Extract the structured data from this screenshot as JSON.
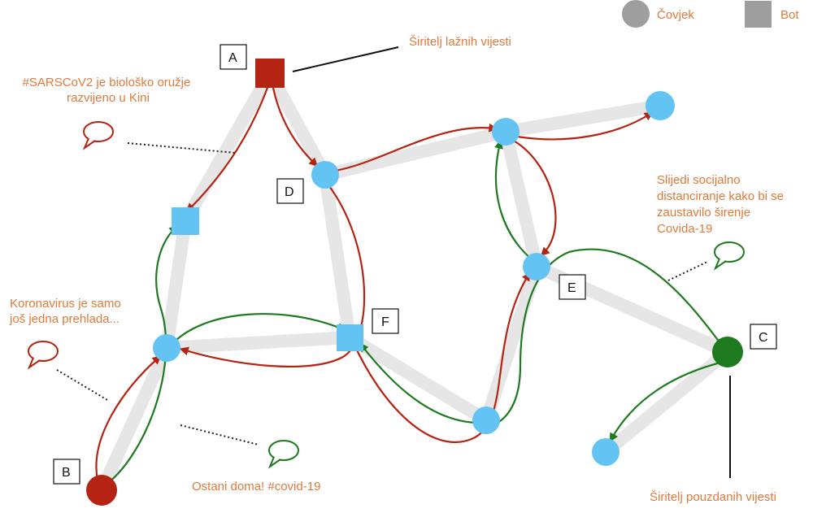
{
  "legend": {
    "human_label": "Čovjek",
    "bot_label": "Bot"
  },
  "nodes": {
    "A": "A",
    "B": "B",
    "C": "C",
    "D": "D",
    "E": "E",
    "F": "F"
  },
  "labels": {
    "fake_spreader": "Širitelj lažnih vijesti",
    "reliable_spreader": "Širitelj pouzdanih vijesti"
  },
  "messages": {
    "bioweapon": [
      "#SARSCoV2 je biološko oružje",
      "razvijeno u Kini"
    ],
    "cold": [
      "Koronavirus je samo",
      "još jedna prehlada..."
    ],
    "stay_home": "Ostani doma! #covid-19",
    "distancing": [
      "Slijedi socijalno",
      "distanciranje kako bi se",
      "zaustavilo širenje",
      "Covida-19"
    ]
  },
  "colors": {
    "human_node": "#63c3f3",
    "legend_gray": "#9e9e9e",
    "fake_news": "#b52412",
    "reliable_news": "#1e7a1e",
    "label_text": "#e07a3c",
    "edge": "#e6e6e6"
  }
}
